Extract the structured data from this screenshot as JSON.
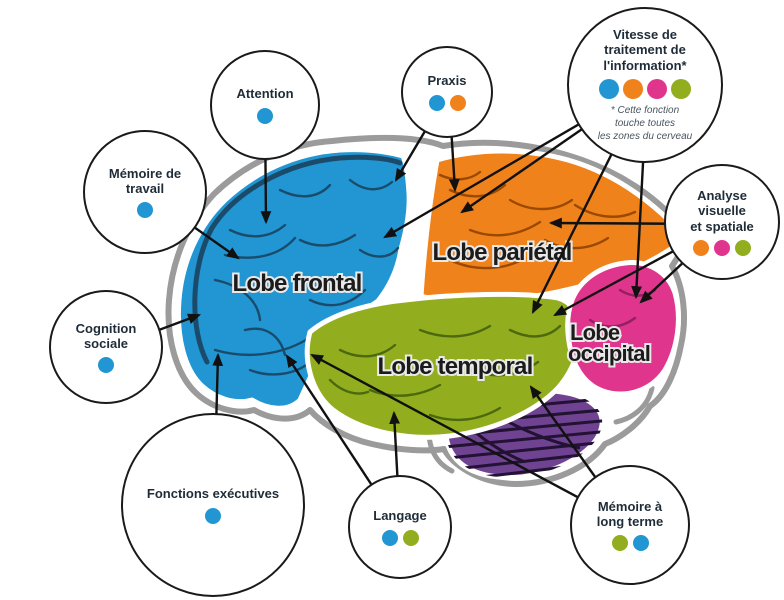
{
  "colors": {
    "blue": "#2196D2",
    "orange": "#F0821C",
    "pink": "#E0358C",
    "green": "#92AE1F",
    "purple": "#6F4392",
    "blue_dark": "#1B4B6B",
    "orange_dark": "#9A4A00",
    "green_dark": "#4C690E",
    "pink_dark": "#93205F",
    "hatch_dark": "#221233",
    "outline_gray": "#9B9B9B",
    "arrow_black": "#111111",
    "lobe_label_text": "#1B1B1B",
    "circle_label_text": "#1F2C38",
    "footnote_text": "#4A5560"
  },
  "lobes": {
    "frontal": {
      "label": "Lobe frontal",
      "color": "blue"
    },
    "parietal": {
      "label": "Lobe pariétal",
      "color": "orange"
    },
    "temporal": {
      "label": "Lobe temporal",
      "color": "green"
    },
    "occipital": {
      "line1": "Lobe",
      "line2": "occipital",
      "color": "pink"
    },
    "cerebellum": {
      "color": "purple"
    }
  },
  "functions": {
    "attention": {
      "lines": [
        "Attention"
      ],
      "dots": [
        "blue"
      ]
    },
    "memoire_travail": {
      "lines": [
        "Mémoire de",
        "travail"
      ],
      "dots": [
        "blue"
      ]
    },
    "cognition_sociale": {
      "lines": [
        "Cognition",
        "sociale"
      ],
      "dots": [
        "blue"
      ]
    },
    "fonctions_executives": {
      "lines": [
        "Fonctions exécutives"
      ],
      "dots": [
        "blue"
      ]
    },
    "praxis": {
      "lines": [
        "Praxis"
      ],
      "dots": [
        "blue",
        "orange"
      ]
    },
    "vitesse": {
      "lines": [
        "Vitesse de",
        "traitement de",
        "l'information*"
      ],
      "dots": [
        "blue",
        "orange",
        "pink",
        "green"
      ],
      "footnote": [
        "* Cette fonction",
        "touche toutes",
        "les zones du cerveau"
      ]
    },
    "analyse": {
      "lines": [
        "Analyse",
        "visuelle",
        "et spatiale"
      ],
      "dots": [
        "orange",
        "pink",
        "green"
      ]
    },
    "memoire_long_terme": {
      "lines": [
        "Mémoire à",
        "long terme"
      ],
      "dots": [
        "green",
        "blue"
      ]
    },
    "langage": {
      "lines": [
        "Langage"
      ],
      "dots": [
        "blue",
        "green"
      ]
    }
  }
}
